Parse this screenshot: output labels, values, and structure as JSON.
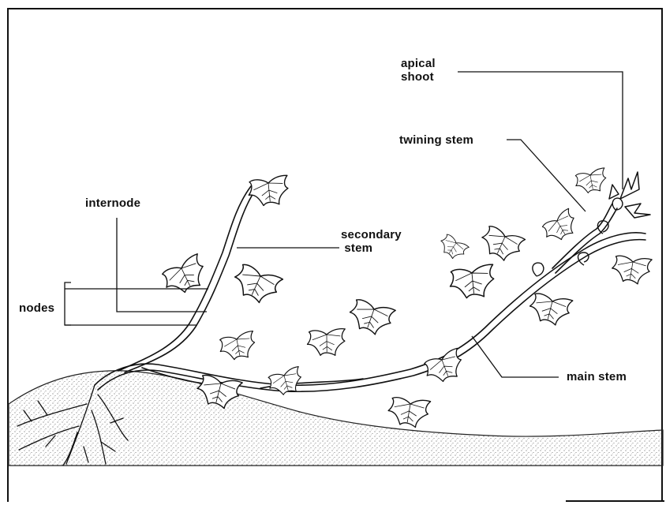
{
  "labels": {
    "apical_shoot": "apical\nshoot",
    "twining_stem": "twining stem",
    "internode": "internode",
    "secondary_stem": "secondary\n stem",
    "nodes": "nodes",
    "main_stem": "main stem"
  },
  "colors": {
    "ink": "#111111",
    "background": "#ffffff"
  }
}
